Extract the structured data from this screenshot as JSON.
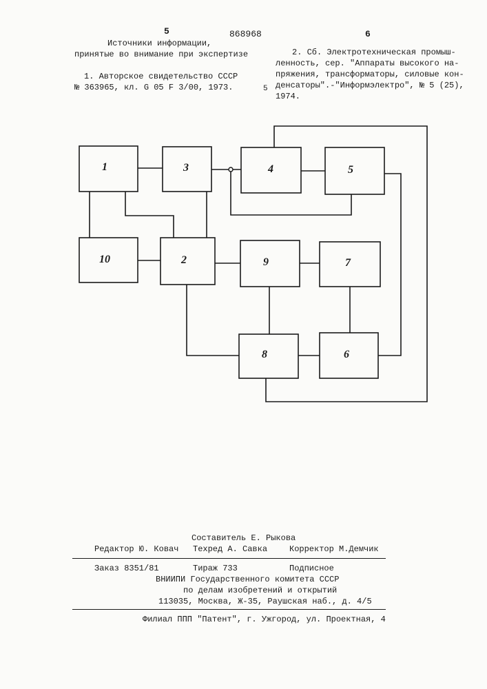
{
  "header": {
    "page_left": "5",
    "patent_number": "868968",
    "page_right": "6"
  },
  "left_column": {
    "heading_line1": "Источники информации,",
    "heading_line2": "принятые во внимание при экспертизе",
    "ref1_line1": "1. Авторское свидетельство СССР",
    "ref1_line2": "№ 363965, кл. G 05 F 3/00, 1973."
  },
  "right_column": {
    "ref2_line1": "2. Сб. Электротехническая промыш-",
    "ref2_line2": "ленность, сер. \"Аппараты высокого на-",
    "ref2_line3": "пряжения, трансформаторы, силовые кон-",
    "ref2_line4": "денсаторы\".-\"Информэлектро\", № 5 (25),",
    "ref2_line5": "1974."
  },
  "line_marker": "5",
  "diagram": {
    "blocks": [
      {
        "id": "b1",
        "label": "1"
      },
      {
        "id": "b3",
        "label": "3"
      },
      {
        "id": "b4",
        "label": "4"
      },
      {
        "id": "b5",
        "label": "5"
      },
      {
        "id": "b10",
        "label": "10"
      },
      {
        "id": "b2",
        "label": "2"
      },
      {
        "id": "b9",
        "label": "9"
      },
      {
        "id": "b7",
        "label": "7"
      },
      {
        "id": "b8",
        "label": "8"
      },
      {
        "id": "b6",
        "label": "6"
      }
    ]
  },
  "footer": {
    "compiler": "Составитель Е. Рыкова",
    "editor": "Редактор Ю. Ковач",
    "techred": "Техред А. Савка",
    "corrector": "Корректор М.Демчик",
    "order": "Заказ 8351/81",
    "circulation": "Тираж 733",
    "subscription": "Подписное",
    "org_line1": "ВНИИПИ Государственного комитета СССР",
    "org_line2": "по делам изобретений и открытий",
    "org_address": "113035, Москва, Ж-35, Раушская наб., д. 4/5",
    "branch": "Филиал ППП \"Патент\", г. Ужгород, ул. Проектная, 4"
  }
}
